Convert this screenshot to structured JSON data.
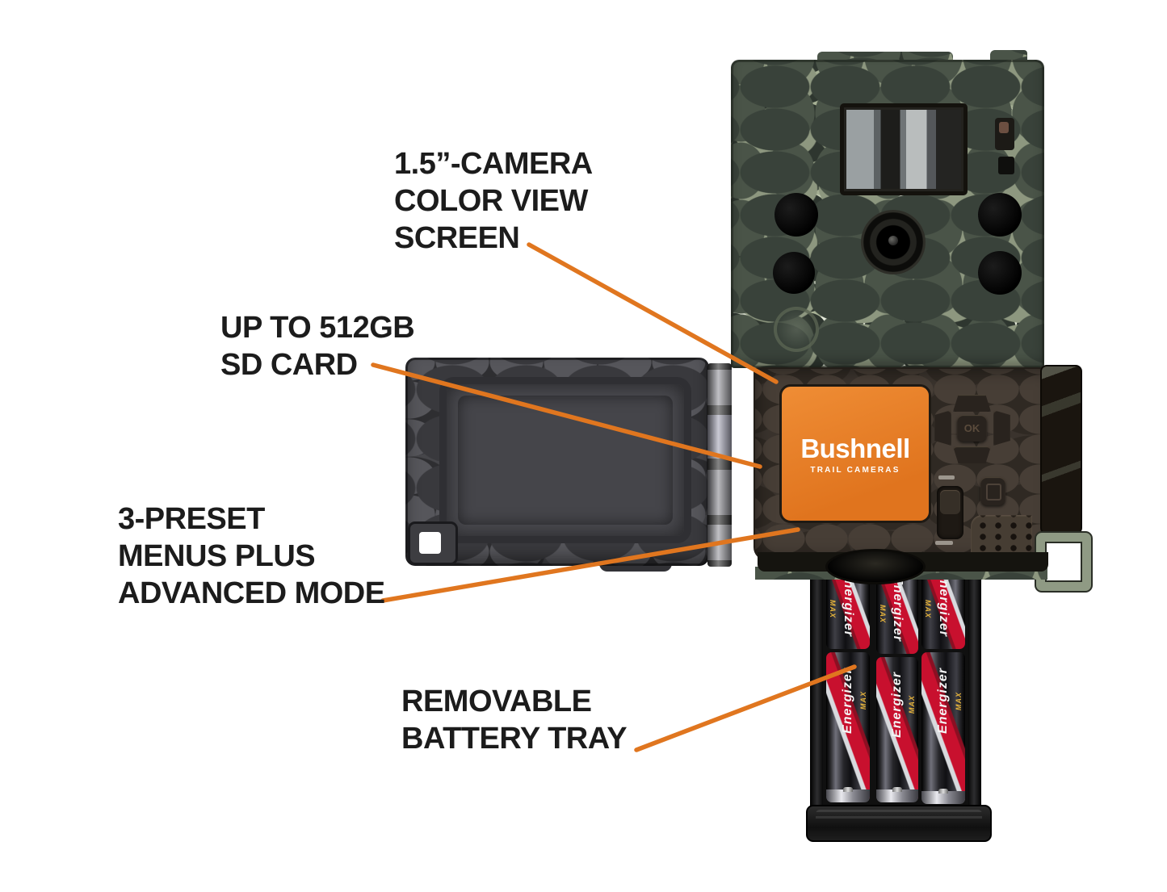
{
  "colors": {
    "accent_orange": "#e0761f",
    "panel_orange": "#e57f28",
    "text_black": "#1c1c1c",
    "background": "#ffffff"
  },
  "callouts": [
    {
      "id": "screen",
      "lines": [
        "1.5”-CAMERA",
        "COLOR VIEW",
        "SCREEN"
      ]
    },
    {
      "id": "sd-card",
      "lines": [
        "UP TO 512GB",
        "SD CARD"
      ]
    },
    {
      "id": "menus",
      "lines": [
        "3-PRESET",
        "MENUS PLUS",
        "ADVANCED MODE"
      ]
    },
    {
      "id": "battery",
      "lines": [
        "REMOVABLE",
        "BATTERY TRAY"
      ]
    }
  ],
  "device": {
    "logo": {
      "brand": "Bushnell",
      "sub": "TRAIL CAMERAS"
    },
    "ok_button": "OK",
    "battery": {
      "brand": "Energizer",
      "label": "MAX"
    }
  }
}
